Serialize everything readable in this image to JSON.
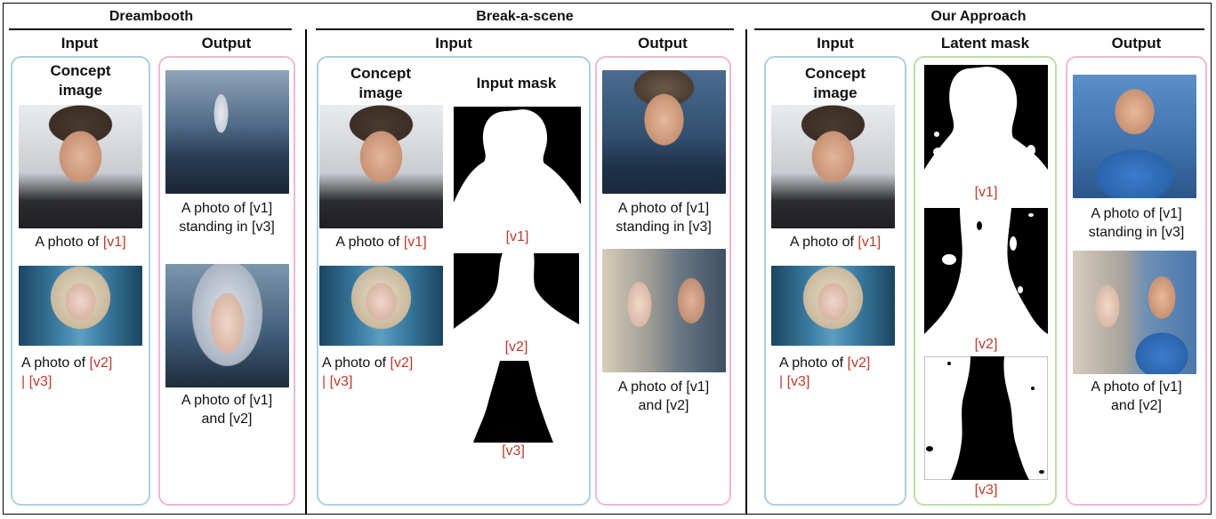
{
  "sections": {
    "dreambooth": {
      "title": "Dreambooth",
      "input": "Input",
      "output": "Output"
    },
    "break_a_scene": {
      "title": "Break-a-scene",
      "input": "Input",
      "output": "Output",
      "input_mask": "Input mask"
    },
    "our_approach": {
      "title": "Our Approach",
      "input": "Input",
      "latent_mask": "Latent mask",
      "output": "Output"
    }
  },
  "concept_image_label": "Concept\nimage",
  "captions": {
    "photo_of": "A photo of ",
    "v1": "[v1]",
    "v2": "[v2]",
    "v3_line": "| [v3]",
    "standing_line1": "A photo of [v1]",
    "standing_line2": "standing in [v3]",
    "and_line1": "A photo of [v1]",
    "and_line2": "and [v2]"
  },
  "mask_labels": {
    "v1": "[v1]",
    "v2": "[v2]",
    "v3": "[v3]"
  },
  "colors": {
    "token_red": "#c0392b",
    "input_border": "#a9cfe6",
    "output_border": "#f4b6d4",
    "mask_border": "#b9e0a6"
  }
}
